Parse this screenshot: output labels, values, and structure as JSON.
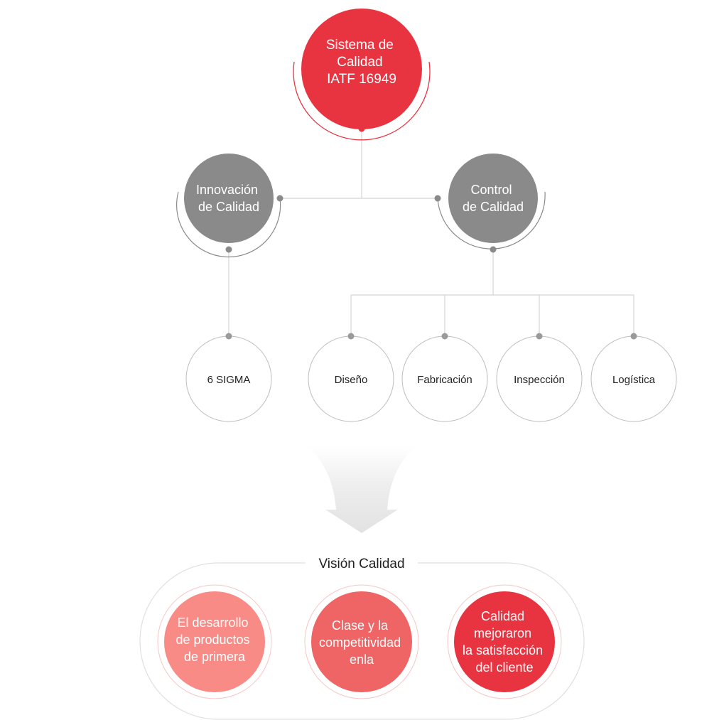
{
  "root": {
    "lines": [
      "Sistema de",
      "Calidad",
      "IATF 16949"
    ],
    "color": "#e83440"
  },
  "branches": [
    {
      "id": "innovacion",
      "lines": [
        "Innovación",
        "de Calidad"
      ],
      "color": "#8a8a8a"
    },
    {
      "id": "control",
      "lines": [
        "Control",
        "de Calidad"
      ],
      "color": "#8a8a8a"
    }
  ],
  "leaves": {
    "innovacion": [
      {
        "label": "6 SIGMA"
      }
    ],
    "control": [
      {
        "label": "Diseño"
      },
      {
        "label": "Fabricación"
      },
      {
        "label": "Inspección"
      },
      {
        "label": "Logística"
      }
    ]
  },
  "vision": {
    "title": "Visión Calidad",
    "items": [
      {
        "lines": [
          "El desarrollo",
          "de productos",
          "de primera"
        ],
        "color": "#f98b87"
      },
      {
        "lines": [
          "Clase y la",
          "competitividad",
          "enla"
        ],
        "color": "#ef6464"
      },
      {
        "lines": [
          "Calidad",
          "mejoraron",
          "la satisfacción",
          "del cliente"
        ],
        "color": "#e83440"
      }
    ]
  },
  "colors": {
    "line": "#d4d4d4",
    "dot_gray": "#8a8a8a",
    "leaf_border": "#bdbdbd",
    "leaf_text": "#222222",
    "vision_outline": "#e0e0e0",
    "vision_ring": "#f6c6c6"
  }
}
